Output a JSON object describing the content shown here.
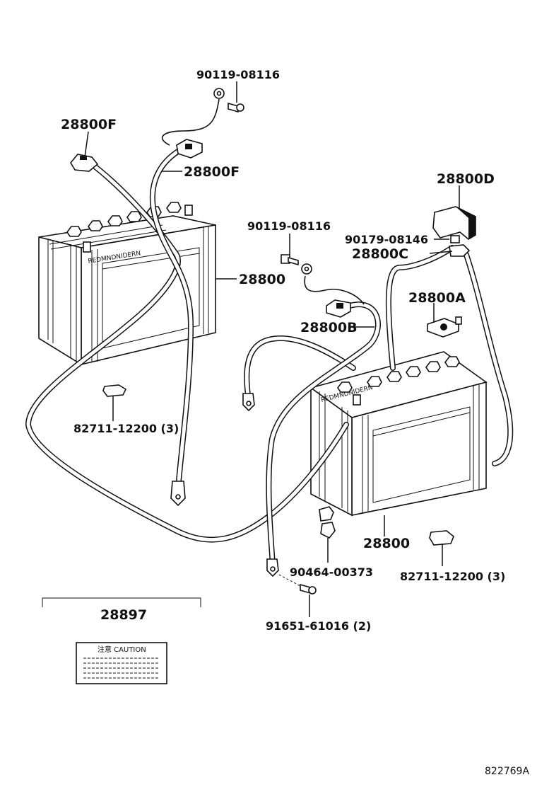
{
  "labels": {
    "bolt_top": "90119-08116",
    "clamp_left": "28800F",
    "cable_mid": "28800F",
    "battery_left": "28800",
    "bolt_mid": "90119-08116",
    "cover": "28800D",
    "nut": "90179-08146",
    "cable_c": "28800C",
    "terminal_a": "28800A",
    "cable_b": "28800B",
    "clamp_left_bottom": "82711-12200 (3)",
    "battery_right": "28800",
    "clamp_right_bottom": "82711-12200 (3)",
    "clip": "90464-00373",
    "bolt_bottom": "91651-61016 (2)",
    "caution_plate": "28897",
    "caution_text": "注意  CAUTION",
    "diagram_id": "822769A"
  }
}
